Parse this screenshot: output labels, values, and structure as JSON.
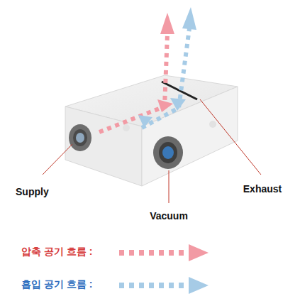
{
  "diagram": {
    "labels": [
      "Supply",
      "Vacuum",
      "Exhaust"
    ],
    "legend": [
      {
        "text": "압축 공기 흐름 :"
      },
      {
        "text": "흡입 공기 흐름 :"
      }
    ]
  }
}
